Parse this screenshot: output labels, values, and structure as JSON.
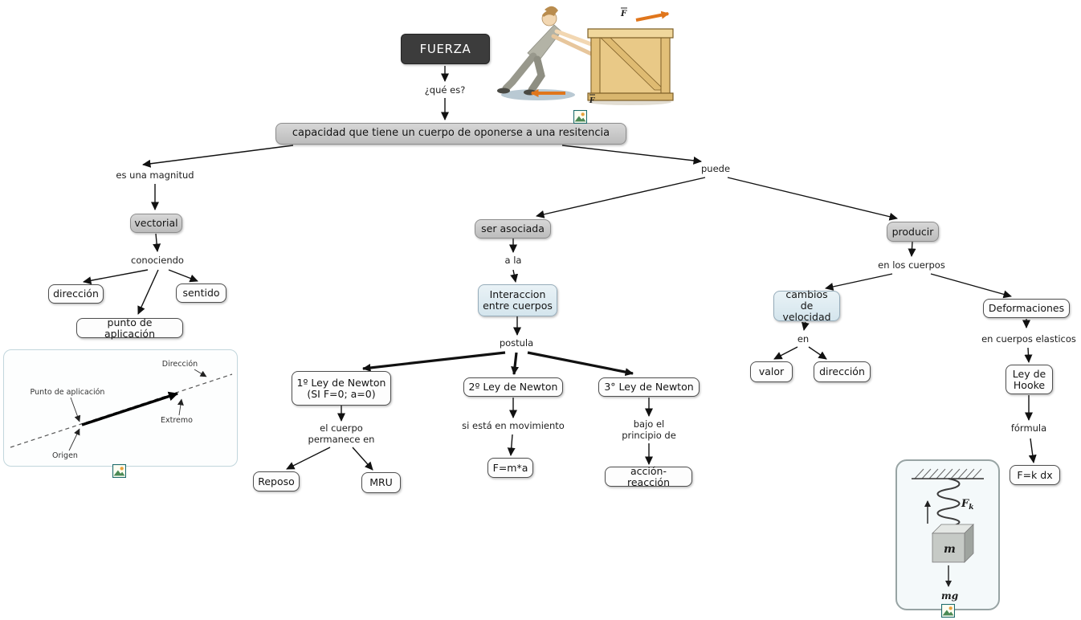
{
  "map": {
    "nodes": {
      "fuerza": "FUERZA",
      "capacidad": "capacidad que tiene un cuerpo de oponerse a una resitencia",
      "vectorial": "vectorial",
      "direccion": "dirección",
      "sentido": "sentido",
      "punto_de_aplicacion": "punto de aplicación",
      "ser_asociada": "ser asociada",
      "interaccion_entre_cuerpos": "Interaccion entre cuerpos",
      "ley1": "1º Ley de Newton (SI F=0; a=0)",
      "ley2": "2º Ley de Newton",
      "ley3": "3° Ley de Newton",
      "reposo": "Reposo",
      "mru": "MRU",
      "f_ma": "F=m*a",
      "accion_reaccion": "acción-reacción",
      "producir": "producir",
      "cambios_de_velocidad": "cambios de velocidad",
      "valor": "valor",
      "direccion2": "dirección",
      "deformaciones": "Deformaciones",
      "ley_de_hooke": "Ley de Hooke",
      "f_kdx": "F=k dx"
    },
    "link_phrases": {
      "que_es": "¿qué es?",
      "es_una_magnitud": "es una magnitud",
      "conociendo": "conociendo",
      "puede": "puede",
      "a_la": "a la",
      "postula": "postula",
      "el_cuerpo_permanece_en": "el cuerpo permanece en",
      "si_esta_en_movimiento": "si está en movimiento",
      "bajo_el_principio_de": "bajo el principio de",
      "en_los_cuerpos": "en los cuerpos",
      "en": "en",
      "en_cuerpos_elasticos": "en cuerpos elasticos",
      "formula": "fórmula"
    },
    "relations": [
      {
        "from": "fuerza",
        "label": "que_es",
        "to": [
          "capacidad"
        ]
      },
      {
        "from": "capacidad",
        "label": "es_una_magnitud",
        "to": [
          "vectorial"
        ]
      },
      {
        "from": "vectorial",
        "label": "conociendo",
        "to": [
          "direccion",
          "punto_de_aplicacion",
          "sentido"
        ]
      },
      {
        "from": "capacidad",
        "label": "puede",
        "to": [
          "ser_asociada",
          "producir"
        ]
      },
      {
        "from": "ser_asociada",
        "label": "a_la",
        "to": [
          "interaccion_entre_cuerpos"
        ]
      },
      {
        "from": "interaccion_entre_cuerpos",
        "label": "postula",
        "to": [
          "ley1",
          "ley2",
          "ley3"
        ]
      },
      {
        "from": "ley1",
        "label": "el_cuerpo_permanece_en",
        "to": [
          "reposo",
          "mru"
        ]
      },
      {
        "from": "ley2",
        "label": "si_esta_en_movimiento",
        "to": [
          "f_ma"
        ]
      },
      {
        "from": "ley3",
        "label": "bajo_el_principio_de",
        "to": [
          "accion_reaccion"
        ]
      },
      {
        "from": "producir",
        "label": "en_los_cuerpos",
        "to": [
          "cambios_de_velocidad",
          "deformaciones"
        ]
      },
      {
        "from": "cambios_de_velocidad",
        "label": "en",
        "to": [
          "valor",
          "direccion2"
        ]
      },
      {
        "from": "deformaciones",
        "label": "en_cuerpos_elasticos",
        "to": [
          "ley_de_hooke"
        ]
      },
      {
        "from": "ley_de_hooke",
        "label": "formula",
        "to": [
          "f_kdx"
        ]
      }
    ]
  },
  "push_figure": {
    "applied_force_label": "F",
    "friction_force_label": "F"
  },
  "vector_figure": {
    "labels": {
      "direccion": "Dirección",
      "punto_de_aplicacion": "Punto de aplicación",
      "extremo": "Extremo",
      "origen": "Origen"
    }
  },
  "spring_figure": {
    "force": "F",
    "force_sub": "k",
    "mass": "m",
    "weight": "mg"
  },
  "colors": {
    "root_bg": "#3c3c3c",
    "root_text": "#ffffff",
    "gray_node_bg": "#c6c6c6",
    "blue_node_bg": "#dde9ef",
    "node_border": "#4f4f4f",
    "line": "#111111",
    "accent_orange": "#e0761c"
  }
}
